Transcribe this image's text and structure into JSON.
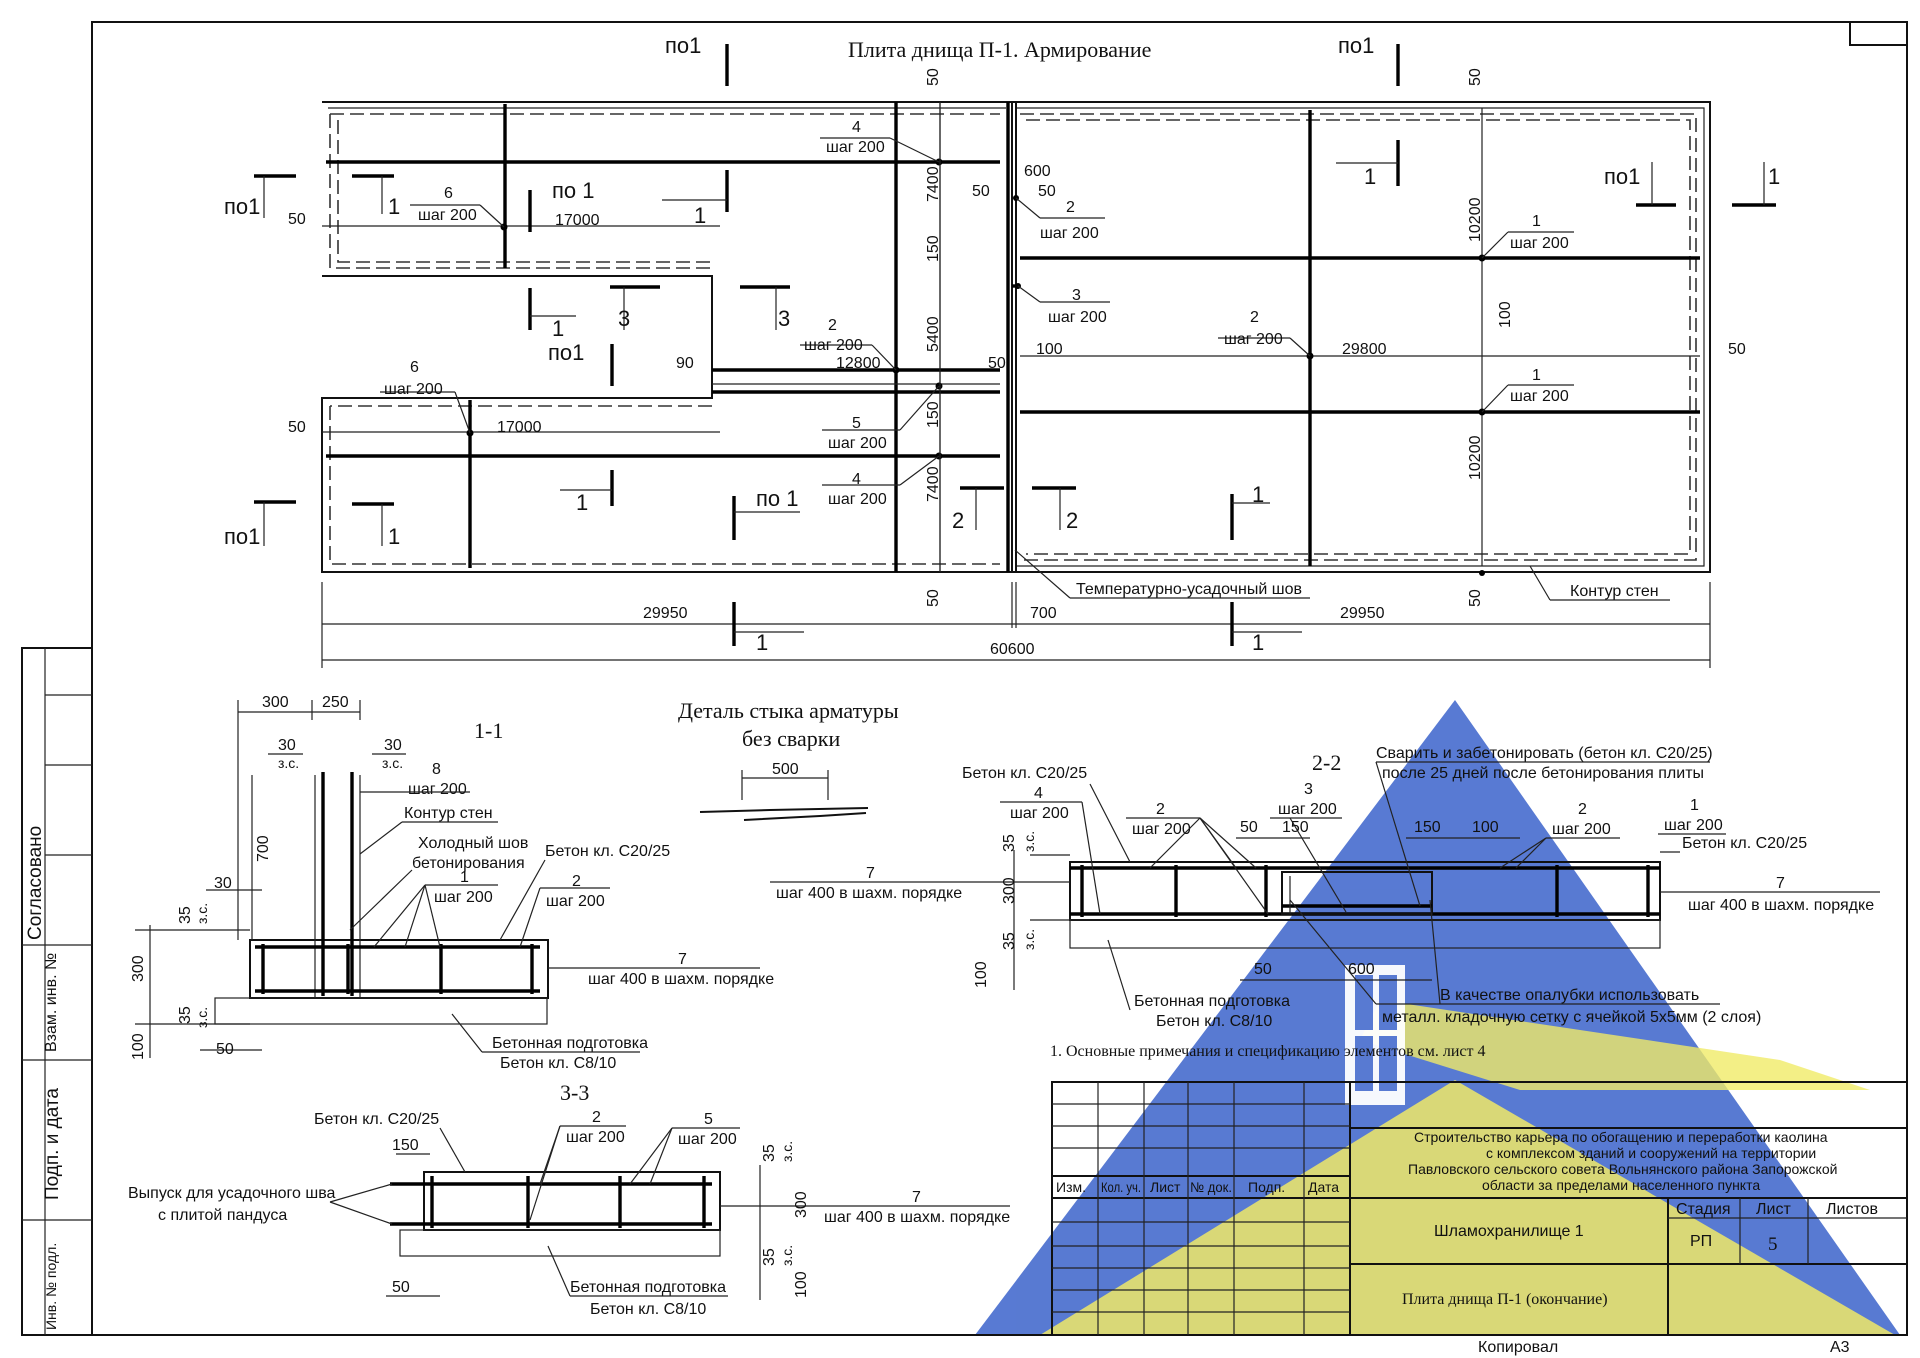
{
  "title": "Плита днища П-1. Армирование",
  "detail_title": [
    "Деталь стыка арматуры",
    "без сварки"
  ],
  "section_labels": {
    "s11": "1-1",
    "s22": "2-2",
    "s33": "3-3"
  },
  "cut_labels": {
    "po1": "по1",
    "po1s": "по 1",
    "n1": "1",
    "n2": "2",
    "n3": "3"
  },
  "plan": {
    "dims": {
      "d29950": "29950",
      "d700": "700",
      "d60600": "60600",
      "d17000": "17000",
      "d12800": "12800",
      "d29800": "29800",
      "d7400": "7400",
      "d5400": "5400",
      "d10200": "10200",
      "d150": "150",
      "d50": "50",
      "d90": "90",
      "d100": "100",
      "d600": "600"
    },
    "bars": {
      "b4": [
        "4",
        "шаг 200"
      ],
      "b6a": [
        "6",
        "шаг 200"
      ],
      "b2a": [
        "2",
        "шаг 200"
      ],
      "b3": [
        "3",
        "шаг 200"
      ],
      "b2b": [
        "2",
        "шаг 200"
      ],
      "b5": [
        "5",
        "шаг 200"
      ],
      "b4b": [
        "4",
        "шаг 200"
      ],
      "b6b": [
        "6",
        "шаг 200"
      ],
      "b1a": [
        "1",
        "шаг 200"
      ],
      "b2c": [
        "2",
        "шаг 200"
      ],
      "b1b": [
        "1",
        "шаг 200"
      ]
    },
    "seam": "Температурно-усадочный шов",
    "walls": "Контур стен"
  },
  "s11": {
    "dims": [
      "300",
      "250",
      "30",
      "30",
      "700",
      "30",
      "35",
      "з.с.",
      "300",
      "35",
      "100",
      "50"
    ],
    "labels": {
      "b8": [
        "8",
        "шаг 200"
      ],
      "contour": "Контур стен",
      "cold": [
        "Холодный шов",
        "бетонирования"
      ],
      "concrete": "Бетон кл. С20/25",
      "b1": [
        "1",
        "шаг 200"
      ],
      "b2": [
        "2",
        "шаг 200"
      ],
      "b7": [
        "7",
        "шаг 400 в шахм. порядке"
      ],
      "prep": [
        "Бетонная подготовка",
        "Бетон кл. С8/10"
      ]
    }
  },
  "detail": {
    "dim": "500"
  },
  "s22": {
    "labels": {
      "concrete": "Бетон кл. С20/25",
      "b4": [
        "4",
        "шаг 200"
      ],
      "b2": [
        "2",
        "шаг 200"
      ],
      "weld": [
        "Сварить и забетонировать (бетон кл. С20/25)",
        "после 25 дней после бетонирования плиты"
      ],
      "b3": [
        "3",
        "шаг 200"
      ],
      "b2r": [
        "2",
        "шаг 200"
      ],
      "b1": [
        "1",
        "шаг 200"
      ],
      "concrete_r": "Бетон кл. С20/25",
      "b7l": [
        "7",
        "шаг 400 в шахм. порядке"
      ],
      "b7r": [
        "7",
        "шаг 400 в шахм. порядке"
      ],
      "prep": [
        "Бетонная подготовка",
        "Бетон кл. С8/10"
      ],
      "form": [
        "В качестве опалубки использовать",
        "металл. кладочную сетку с ячейкой 5х5мм (2 слоя)"
      ]
    },
    "dims": [
      "35",
      "з.с.",
      "300",
      "35",
      "з.с.",
      "100",
      "50",
      "150",
      "150",
      "100",
      "50",
      "600"
    ]
  },
  "s33": {
    "labels": {
      "concrete": "Бетон кл. С20/25",
      "b2": [
        "2",
        "шаг 200"
      ],
      "b5": [
        "5",
        "шаг 200"
      ],
      "release": [
        "Выпуск для усадочного шва",
        "с плитой пандуса"
      ],
      "b7": [
        "7",
        "шаг 400 в шахм. порядке"
      ],
      "prep": [
        "Бетонная подготовка",
        "Бетон кл. С8/10"
      ]
    },
    "dims": [
      "150",
      "35",
      "з.с.",
      "300",
      "35",
      "з.с.",
      "100",
      "50"
    ]
  },
  "note": "1. Основные примечания и спецификацию элементов см. лист 4",
  "stamp": {
    "project": [
      "Строительство карьера по обогащению и переработки каолина",
      "с комплексом зданий и сооружений на территории",
      "Павловского сельского совета Вольнянского района Запорожской",
      "области за пределами населенного пункта"
    ],
    "object": "Шламохранилище 1",
    "sheet_title": "Плита днища П-1 (окончание)",
    "headers": [
      "Изм.",
      "Кол. уч.",
      "Лист",
      "№ док.",
      "Подп.",
      "Дата"
    ],
    "stage_headers": [
      "Стадия",
      "Лист",
      "Листов"
    ],
    "stage": "РП",
    "sheet": "5"
  },
  "side_stamp": [
    "Согласовано",
    "Взам. инв. №",
    "Подп. и дата",
    "Инв. № подл."
  ],
  "footer": {
    "copied": "Копировал",
    "format": "А3"
  },
  "colors": {
    "watermark_blue": "#3f66c9",
    "watermark_yellow": "#f3ea55"
  }
}
